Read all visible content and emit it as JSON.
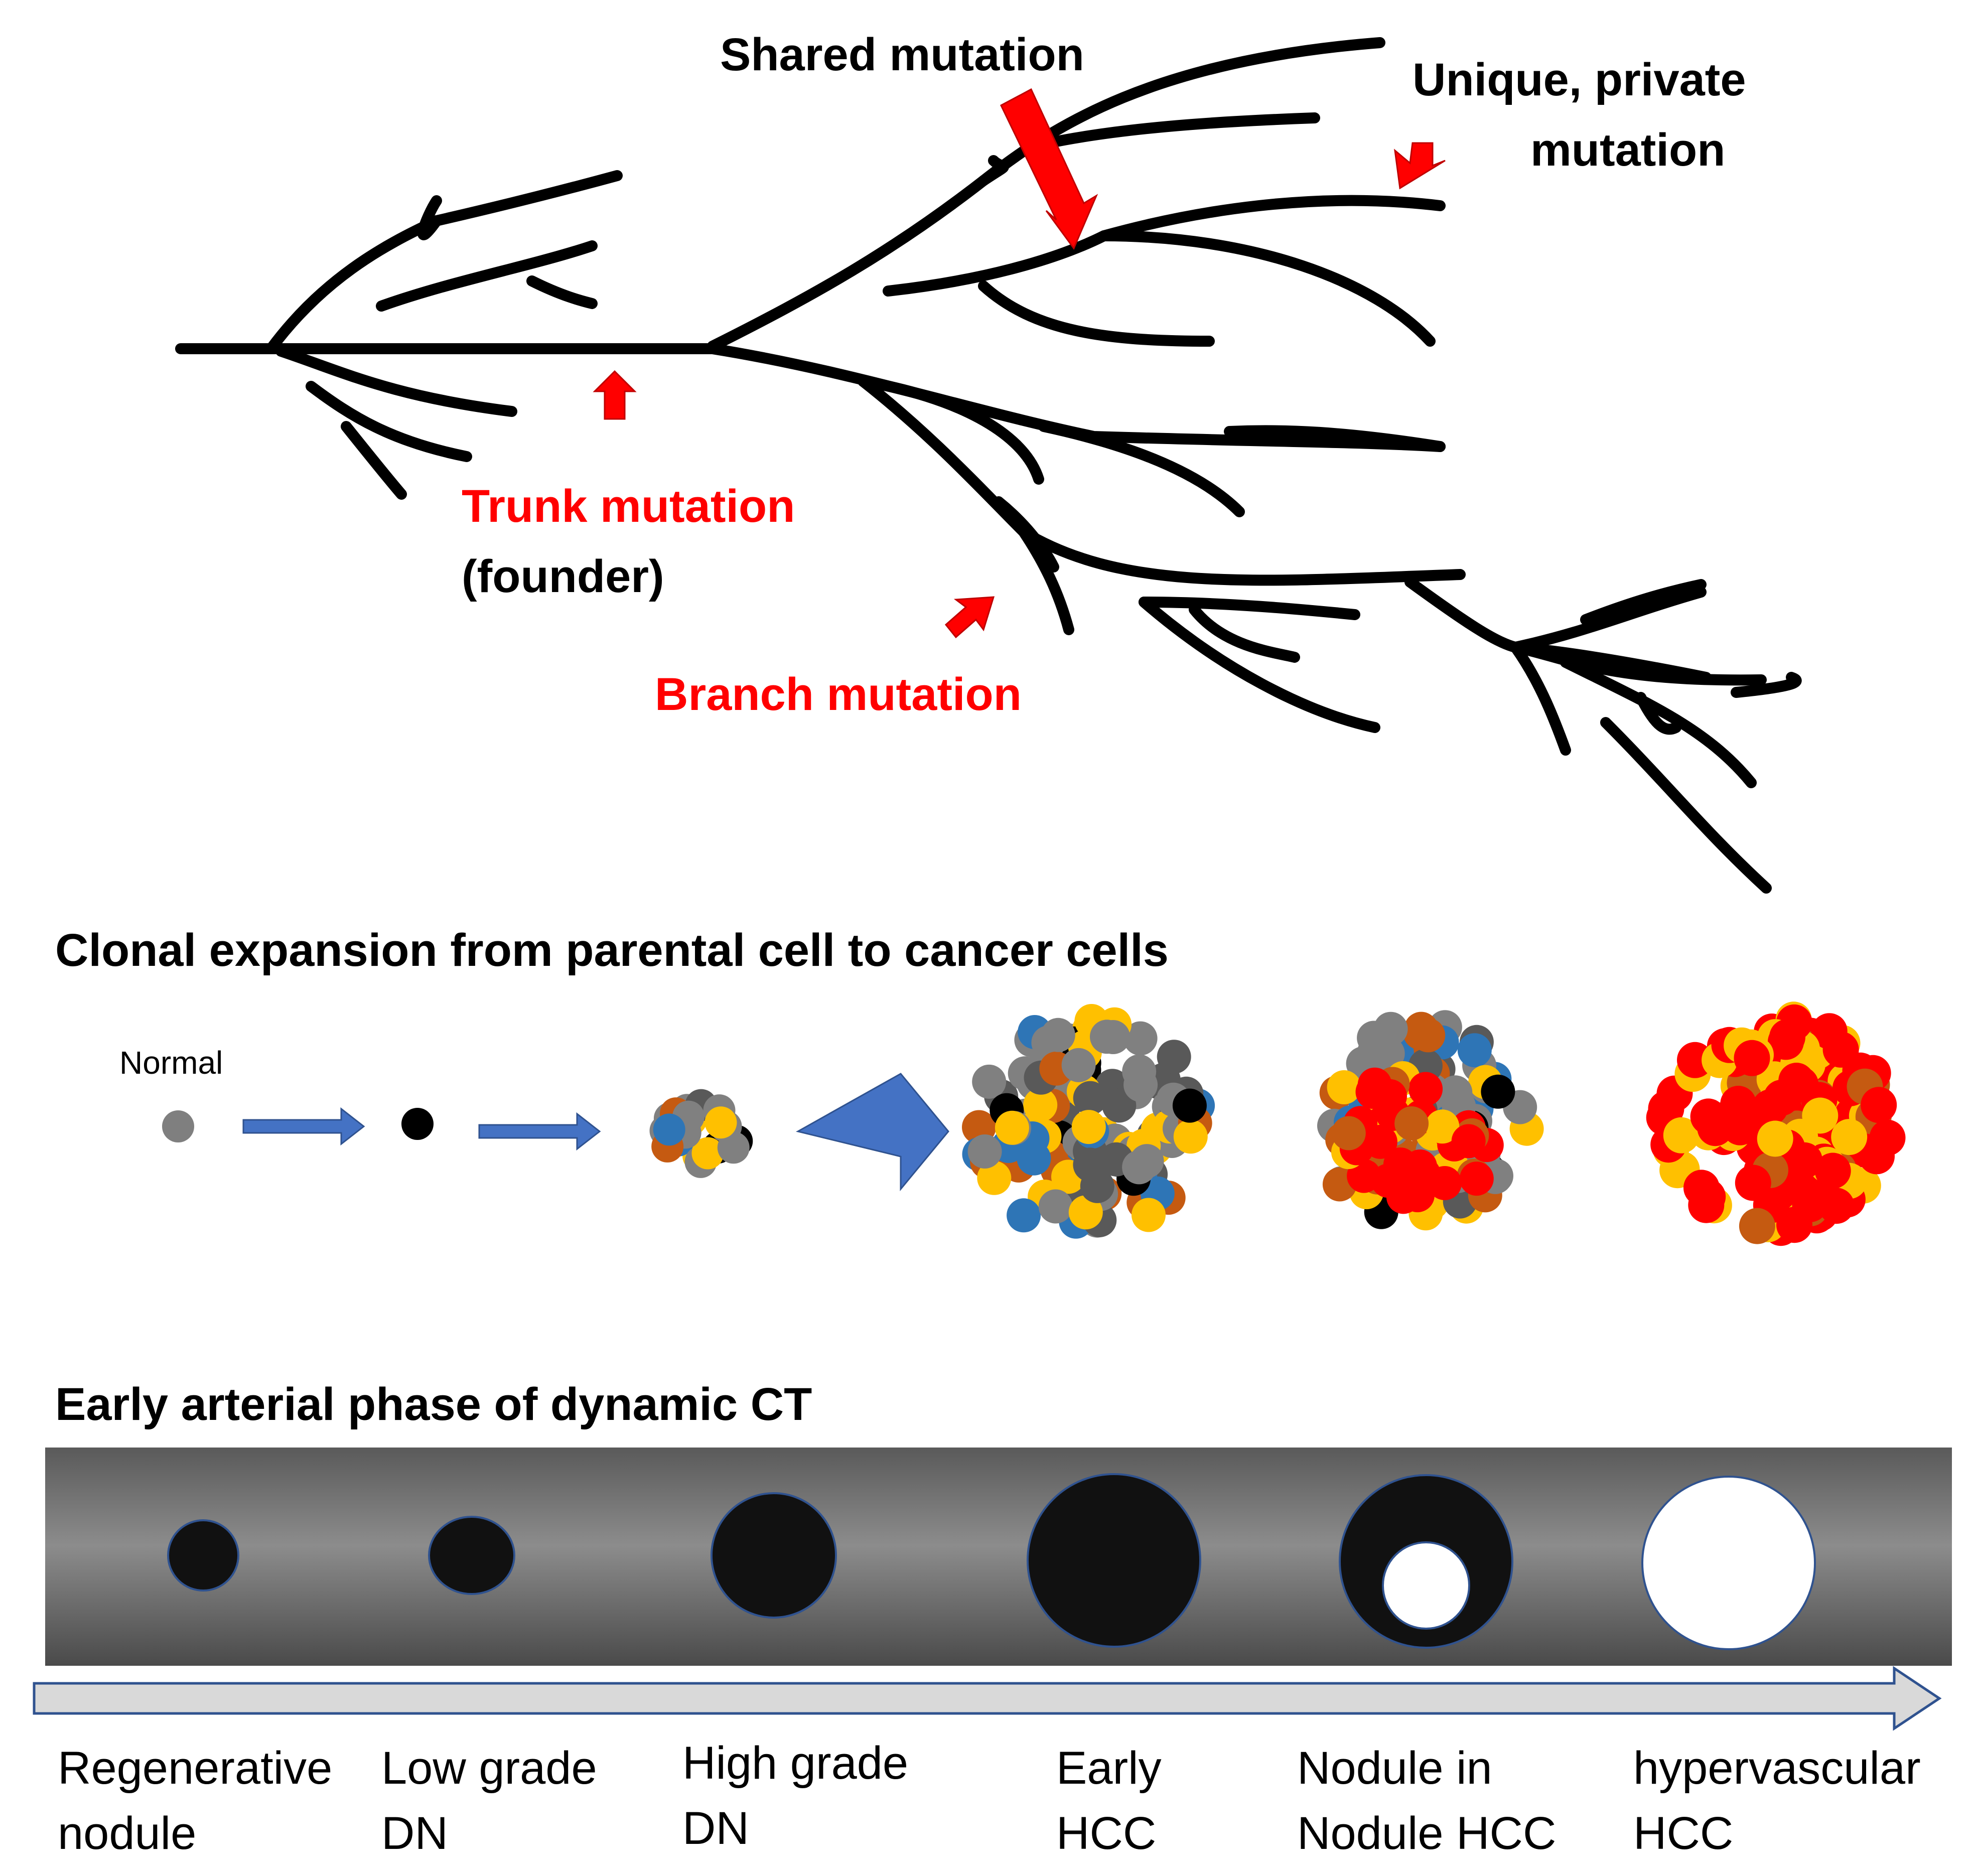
{
  "tree": {
    "shared_label": "Shared mutation",
    "unique_label_line1": "Unique, private",
    "unique_label_line2": "mutation",
    "trunk_label": "Trunk mutation",
    "founder_label": "(founder)",
    "branch_label": "Branch mutation"
  },
  "clonal": {
    "title": "Clonal expansion from parental cell to cancer cells",
    "normal_label": "Normal"
  },
  "ct": {
    "title": "Early arterial phase of dynamic CT",
    "stages": [
      {
        "line1": "Regenerative",
        "line2": "nodule"
      },
      {
        "line1": "Low grade",
        "line2": "DN"
      },
      {
        "line1": "High grade",
        "line2": "DN"
      },
      {
        "line1": "Early",
        "line2": "HCC"
      },
      {
        "line1": "Nodule in",
        "line2": "Nodule HCC"
      },
      {
        "line1": "hypervascular",
        "line2": "HCC"
      }
    ]
  },
  "colors": {
    "mutation_red": "#ff0000",
    "arrow_blue": "#4472c4",
    "cell_yellow": "#ffc000",
    "cell_orange": "#c55a11",
    "cell_blue": "#2e75b6",
    "cell_gray": "#808080",
    "cell_dark_gray": "#595959",
    "cell_black": "#000000",
    "cell_red": "#ff0000"
  }
}
